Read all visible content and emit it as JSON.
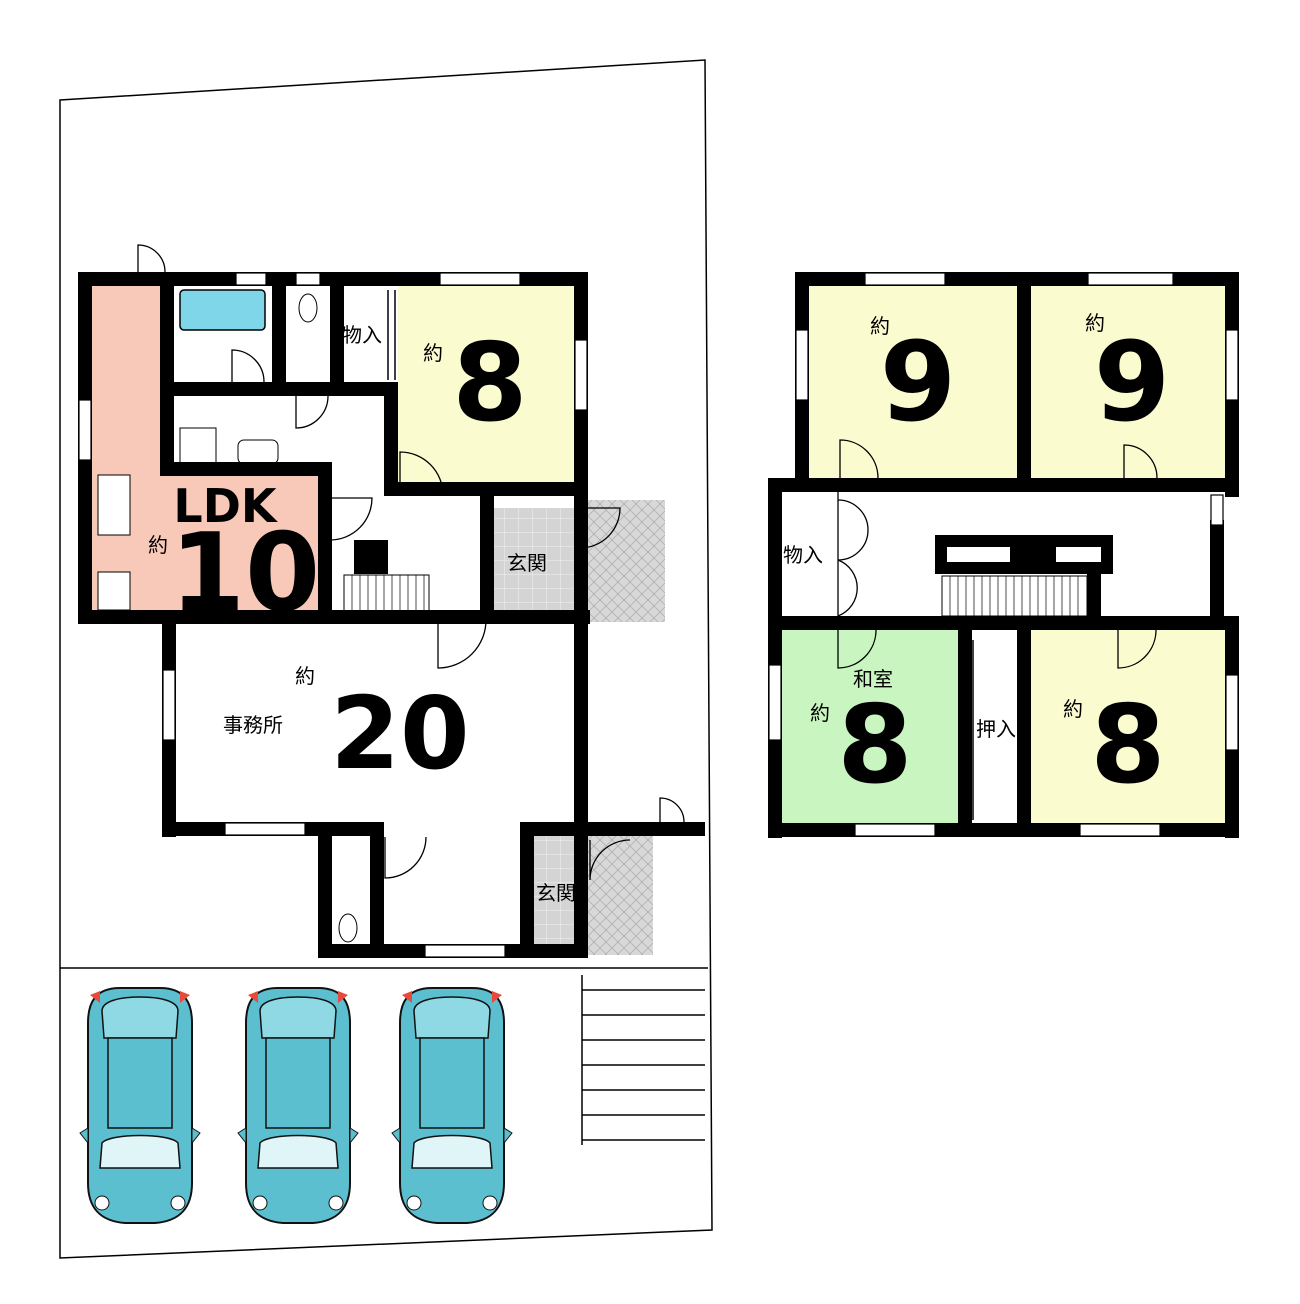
{
  "ground_floor": {
    "ldk": {
      "prefix": "約",
      "size": "10",
      "name": "LDK"
    },
    "bedroom_8": {
      "prefix": "約",
      "size": "8"
    },
    "closet": "物入",
    "entrance_1": "玄関",
    "entrance_2": "玄関",
    "office": {
      "prefix": "約",
      "size": "20",
      "name": "事務所"
    }
  },
  "second_floor": {
    "room_9_left": {
      "prefix": "約",
      "size": "9"
    },
    "room_9_right": {
      "prefix": "約",
      "size": "9"
    },
    "closet": "物入",
    "washitsu": {
      "prefix": "約",
      "size": "8",
      "name": "和室"
    },
    "oshiire": "押入",
    "room_8_right": {
      "prefix": "約",
      "size": "8"
    }
  },
  "colors": {
    "ldk": "#f8c8b8",
    "western_room": "#fbfbd0",
    "washitsu": "#c8f5c0",
    "car": "#5bbfcf",
    "bath": "#7fd6e8",
    "entrance_tile": "#cccccc"
  },
  "icons": [
    "car-icon",
    "bathtub-icon",
    "toilet-icon",
    "sink-icon",
    "stove-icon",
    "stairs-icon"
  ]
}
